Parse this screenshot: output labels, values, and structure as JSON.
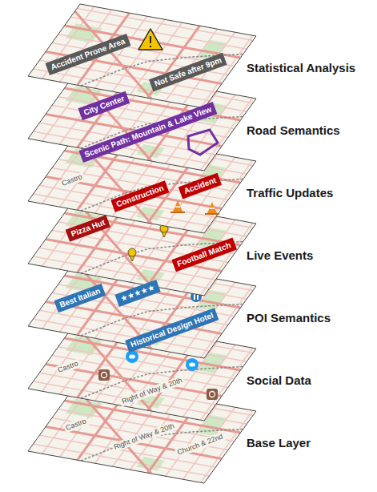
{
  "diagram": {
    "nodes": [
      {
        "text": [
          "Accident Prone Area"
        ]
      },
      {
        "text": [
          "Not Safe after 9pm"
        ]
      },
      {
        "text": [
          "City Center"
        ]
      },
      {
        "text": [
          "Scenic Path: Mountain & Lake View"
        ]
      },
      {
        "text": [
          "Accident"
        ]
      },
      {
        "text": [
          "Construction"
        ]
      },
      {
        "text": [
          "Pizza Hut"
        ]
      },
      {
        "text": [
          "Football Match"
        ]
      },
      {
        "text": [
          "Best Italian"
        ]
      },
      {
        "text": [
          "★★★★★"
        ]
      },
      {
        "text": [
          "Historical Design Hotel"
        ]
      }
    ],
    "labels": [
      "Statistical Analysis",
      "Road Semantics",
      "Traffic Updates",
      "Live Events",
      "POI Semantics",
      "Social Data",
      "Base Layer",
      "Castro",
      "Castro",
      "Right of Way & 20th",
      "Castro",
      "Right of Way & 20th",
      "Church & 22nd"
    ]
  }
}
